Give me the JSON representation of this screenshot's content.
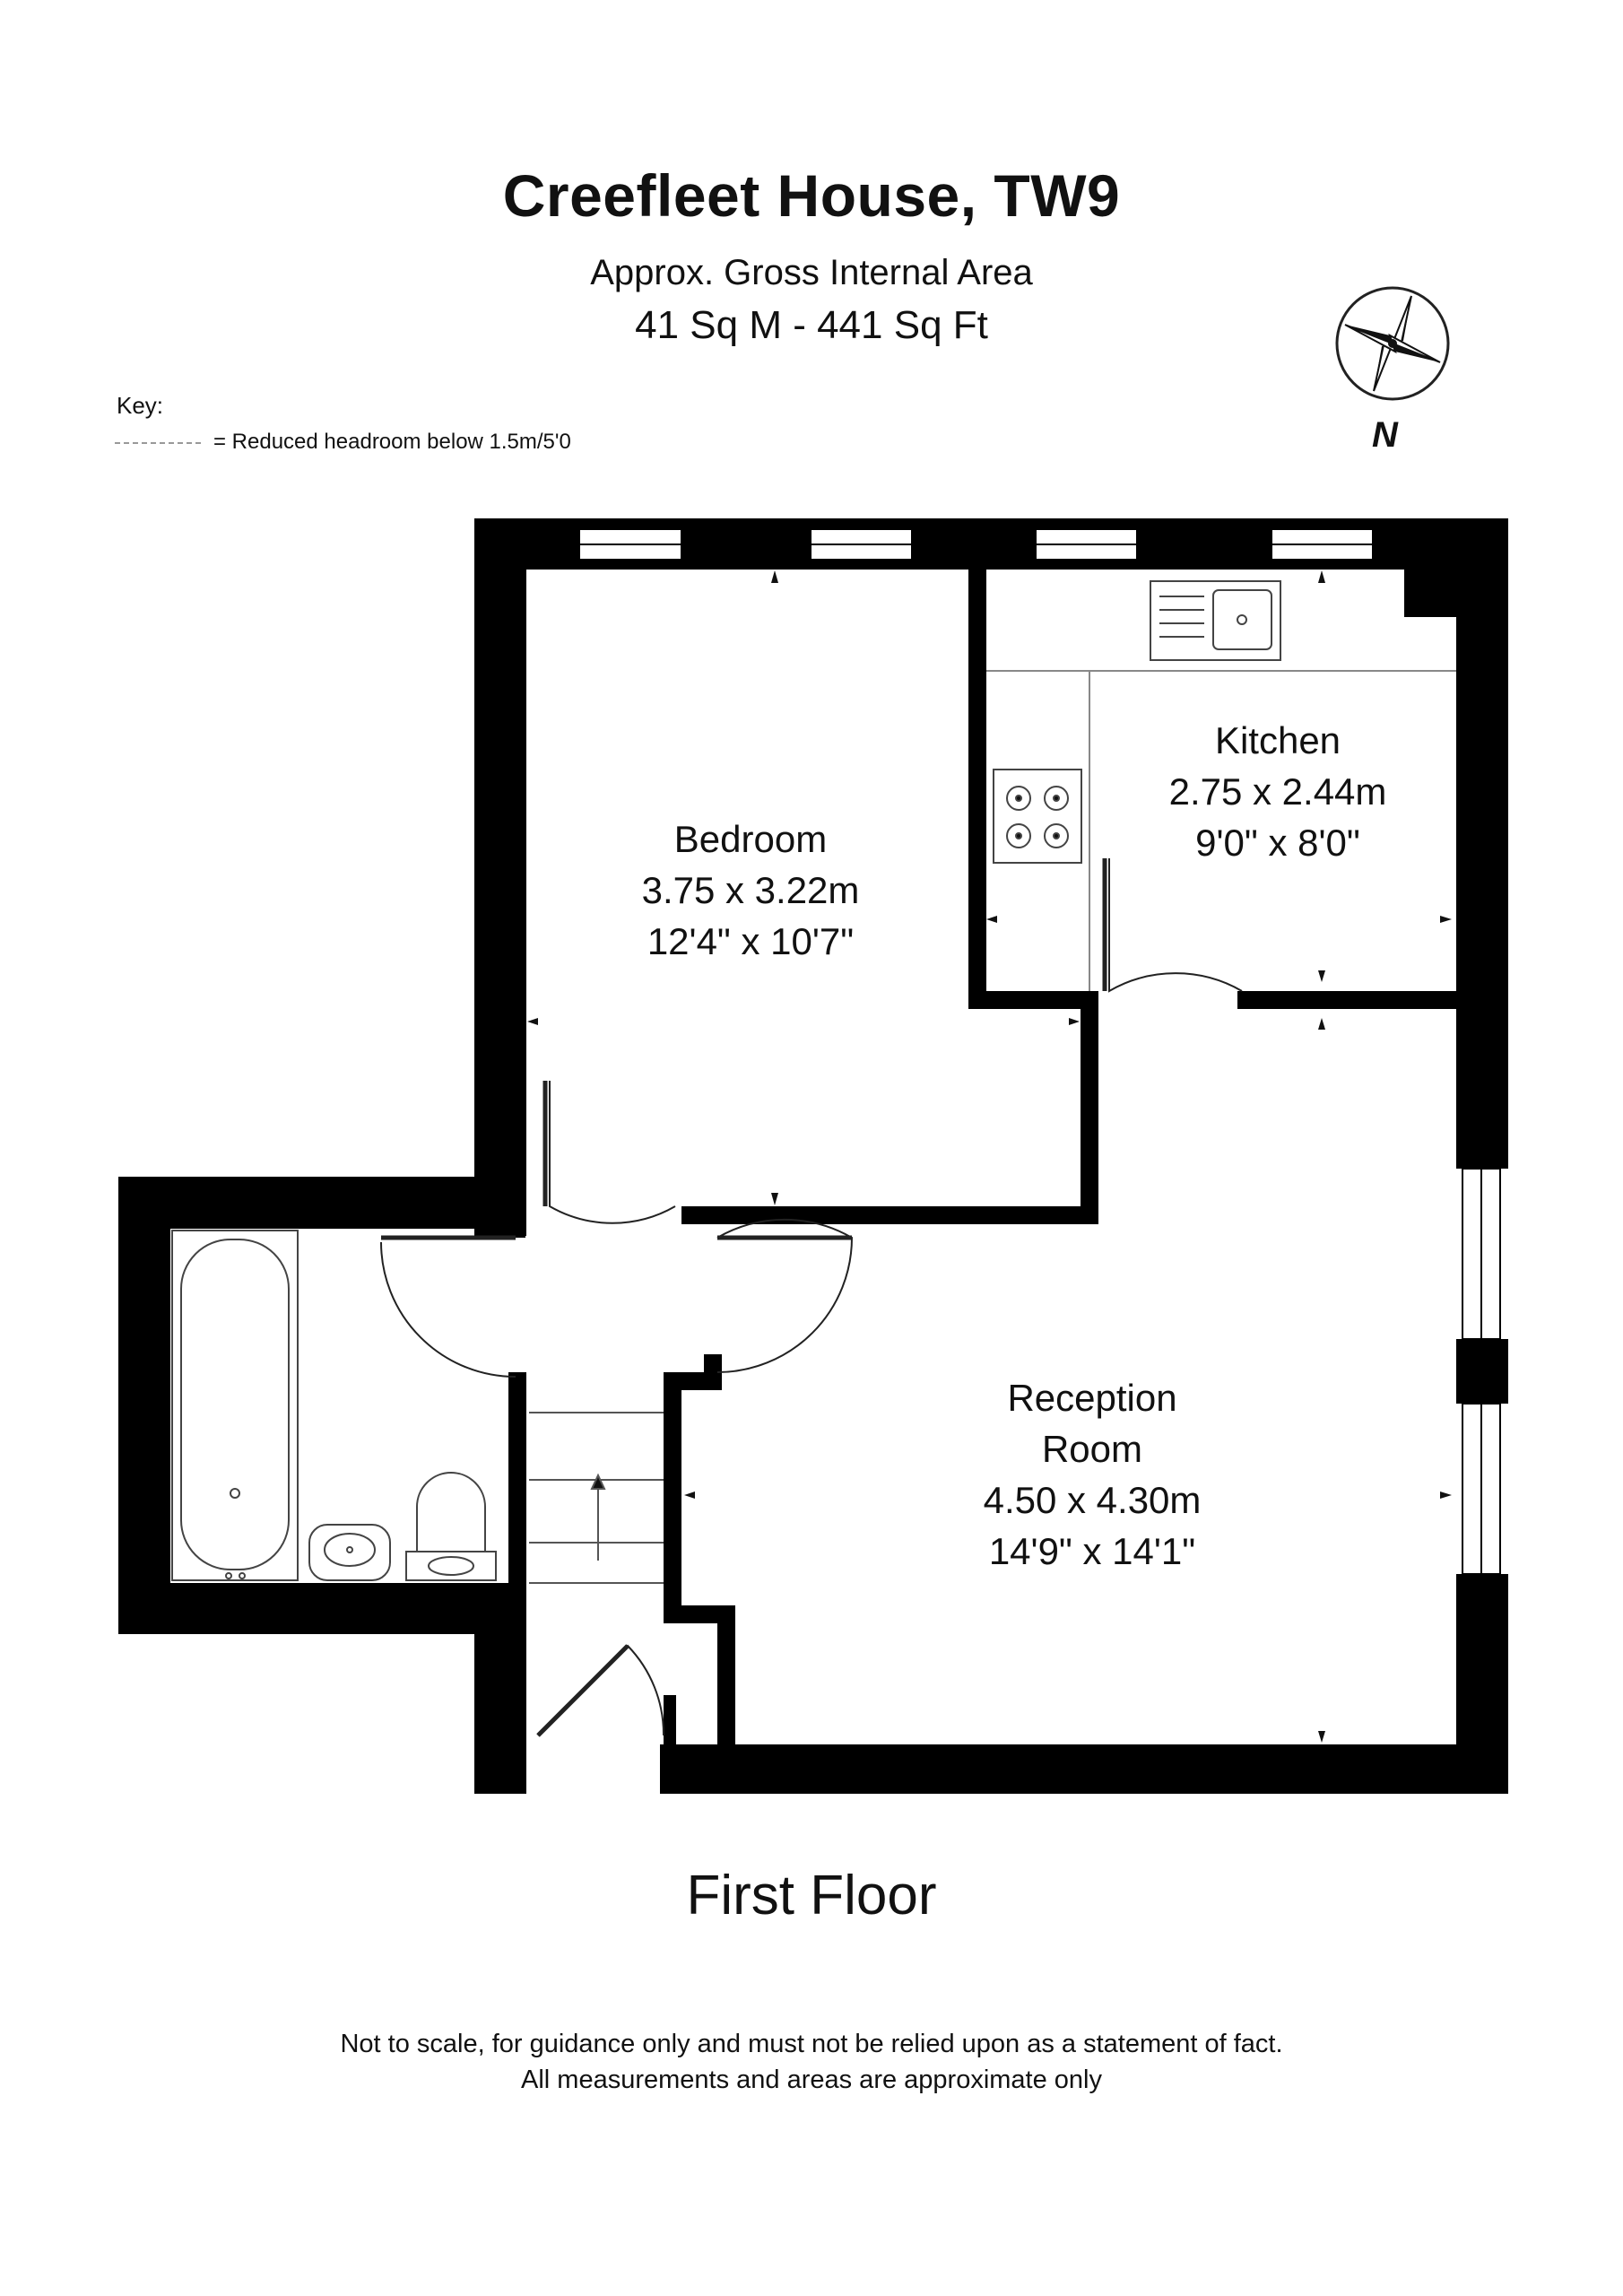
{
  "header": {
    "title": "Creefleet House, TW9",
    "area_label": "Approx. Gross Internal Area",
    "area_value": "41 Sq M -  441 Sq Ft"
  },
  "key": {
    "label": "Key:",
    "entry": "= Reduced headroom below 1.5m/5'0"
  },
  "compass": {
    "north_label": "N"
  },
  "rooms": {
    "bedroom": {
      "name": "Bedroom",
      "metric": "3.75 x 3.22m",
      "imperial": "12'4\" x 10'7\""
    },
    "kitchen": {
      "name": "Kitchen",
      "metric": "2.75 x 2.44m",
      "imperial": "9'0\" x 8'0\""
    },
    "reception": {
      "name_line1": "Reception",
      "name_line2": "Room",
      "metric": "4.50 x 4.30m",
      "imperial": "14'9\" x 14'1\""
    }
  },
  "floor_label": "First Floor",
  "disclaimer": {
    "line1": "Not to scale, for guidance only and must not be relied upon as a statement of fact.",
    "line2": "All measurements and areas are approximate only"
  },
  "colors": {
    "wall": "#000000",
    "window": "#ffffff",
    "fixture_stroke": "#444444"
  }
}
